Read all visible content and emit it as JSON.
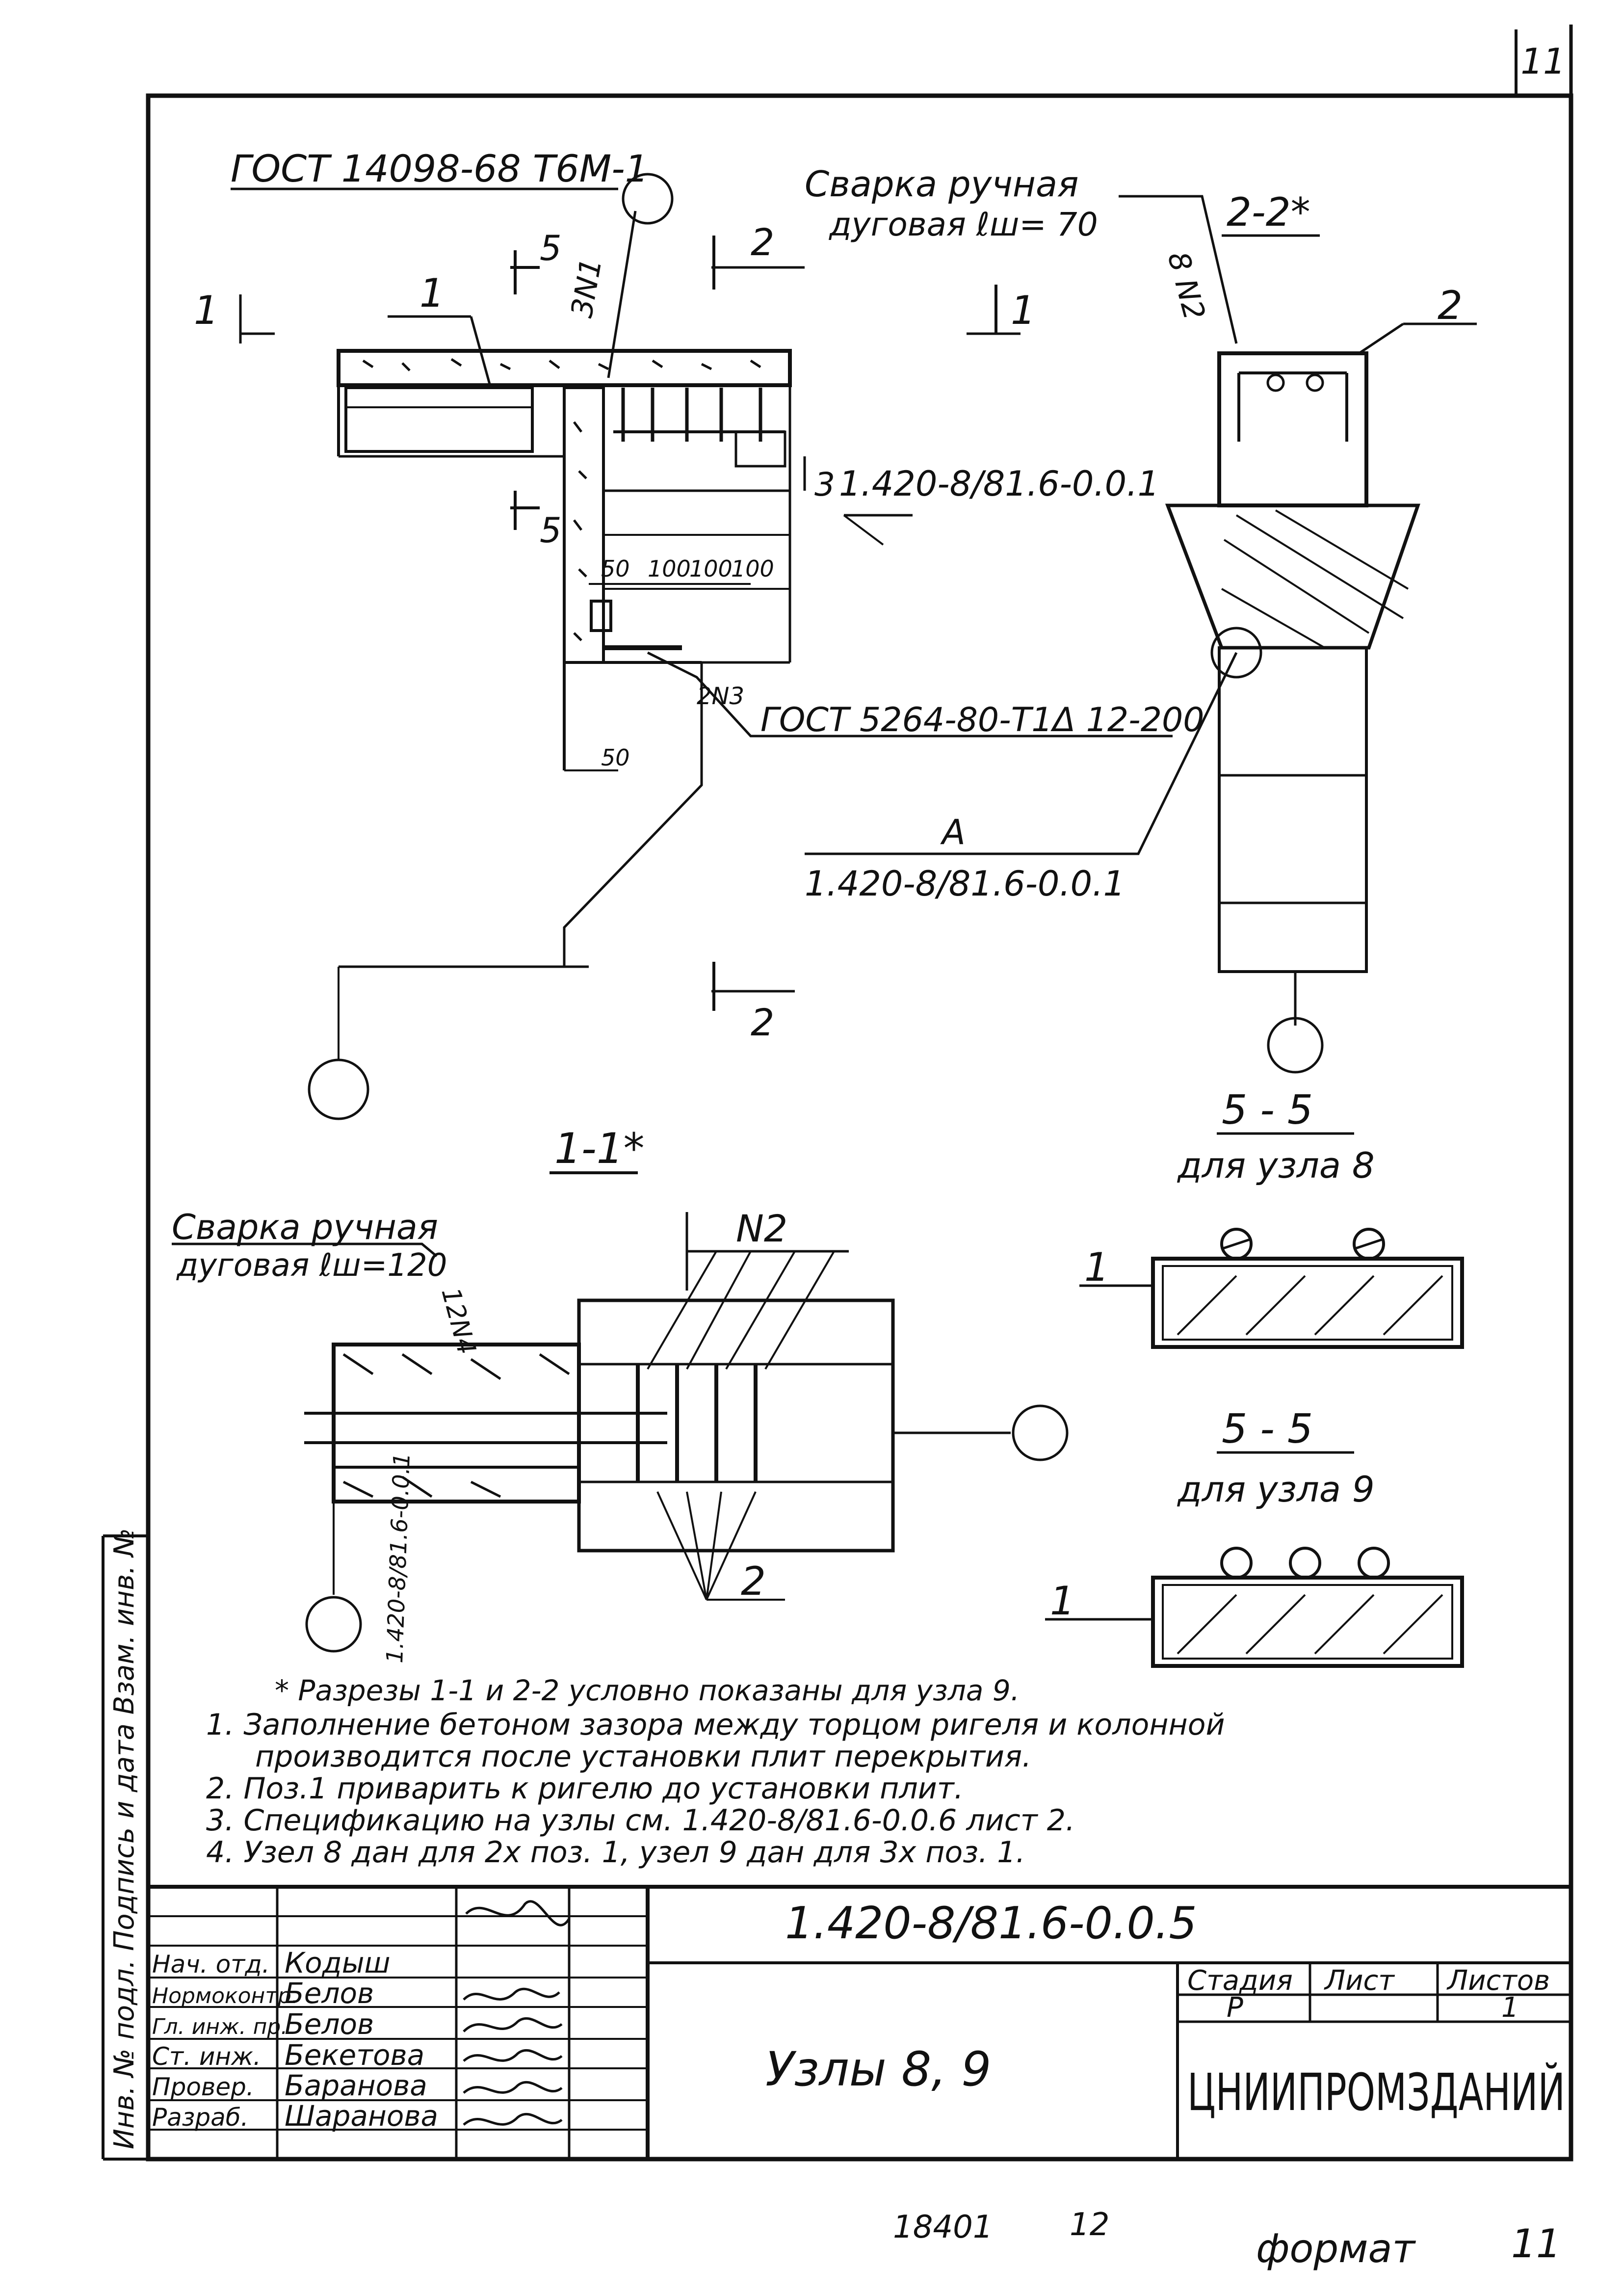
{
  "sheet": {
    "corner_number": "11",
    "footer_number": "18401",
    "footer_page": "12",
    "format_label": "формат",
    "format_value": "11",
    "margin_note": "Инв. № подл. Подпись и дата Взам. инв. №"
  },
  "drawing": {
    "gost_top": "ГОСТ 14098-68 Т6М-1",
    "welding_top_line1": "Сварка ручная",
    "welding_top_line2": "дуговая ℓш= 70",
    "weld_callout_top": "3N1",
    "section_2_2_title": "2-2*",
    "weld_callout_2_2": "8 N2",
    "label_pos2": "2",
    "label_pos1": "1",
    "cut_1_left": "1",
    "cut_1_right": "1",
    "cut_5_top": "5",
    "cut_5_bottom": "5",
    "cut_2_top": "2",
    "cut_2_bottom": "2",
    "ref_3": "3",
    "ref_doc_main": "1.420-8/81.6-0.0.1",
    "dim_50": "50",
    "dim_100a": "100",
    "dim_100b": "100",
    "dim_100c": "100",
    "dim_50_low": "50",
    "weld_callout_mid": "2N3",
    "gost_bottom": "ГОСТ 5264-80-Т1Δ 12-200",
    "ref_A": "A",
    "ref_doc_A": "1.420-8/81.6-0.0.1",
    "section_1_1_title": "1-1*",
    "welding_1_1_line1": "Сварка ручная",
    "welding_1_1_line2": "дуговая ℓш=120",
    "weld_callout_1_1": "12N4",
    "label_N2": "N2",
    "label_2_bottom": "2",
    "vertical_ref": "1.420-8/81.6-0.0.1",
    "section_5_5_a_title": "5 - 5",
    "section_5_5_a_sub": "для узла 8",
    "section_5_5_a_pos": "1",
    "section_5_5_b_title": "5 - 5",
    "section_5_5_b_sub": "для узла 9",
    "section_5_5_b_pos": "1"
  },
  "notes": {
    "star": "* Разрезы 1-1 и 2-2 условно показаны для узла 9.",
    "n1_line1": "1. Заполнение бетоном зазора между торцом ригеля и колонной",
    "n1_line2": "производится после установки плит перекрытия.",
    "n2": "2. Поз.1 приварить к ригелю до установки плит.",
    "n3": "3. Спецификацию на узлы см. 1.420-8/81.6-0.0.6   лист 2.",
    "n4": "4. Узел 8 дан для 2х поз. 1, узел 9 дан для 3х поз. 1."
  },
  "title_block": {
    "doc_code": "1.420-8/81.6-0.0.5",
    "title": "Узлы 8, 9",
    "org": "ЦНИИПРОМЗДАНИЙ",
    "stage_header": "Стадия",
    "sheet_header": "Лист",
    "sheets_header": "Листов",
    "stage_value": "Р",
    "sheet_value": "",
    "sheets_value": "1",
    "roles": [
      {
        "role": "Нач. отд.",
        "name": "Кодыш"
      },
      {
        "role": "Нормоконтр.",
        "name": "Белов"
      },
      {
        "role": "Гл. инж. пр.",
        "name": "Белов"
      },
      {
        "role": "Ст. инж.",
        "name": "Бекетова"
      },
      {
        "role": "Провер.",
        "name": "Баранова"
      },
      {
        "role": "Разраб.",
        "name": "Шаранова"
      }
    ]
  }
}
